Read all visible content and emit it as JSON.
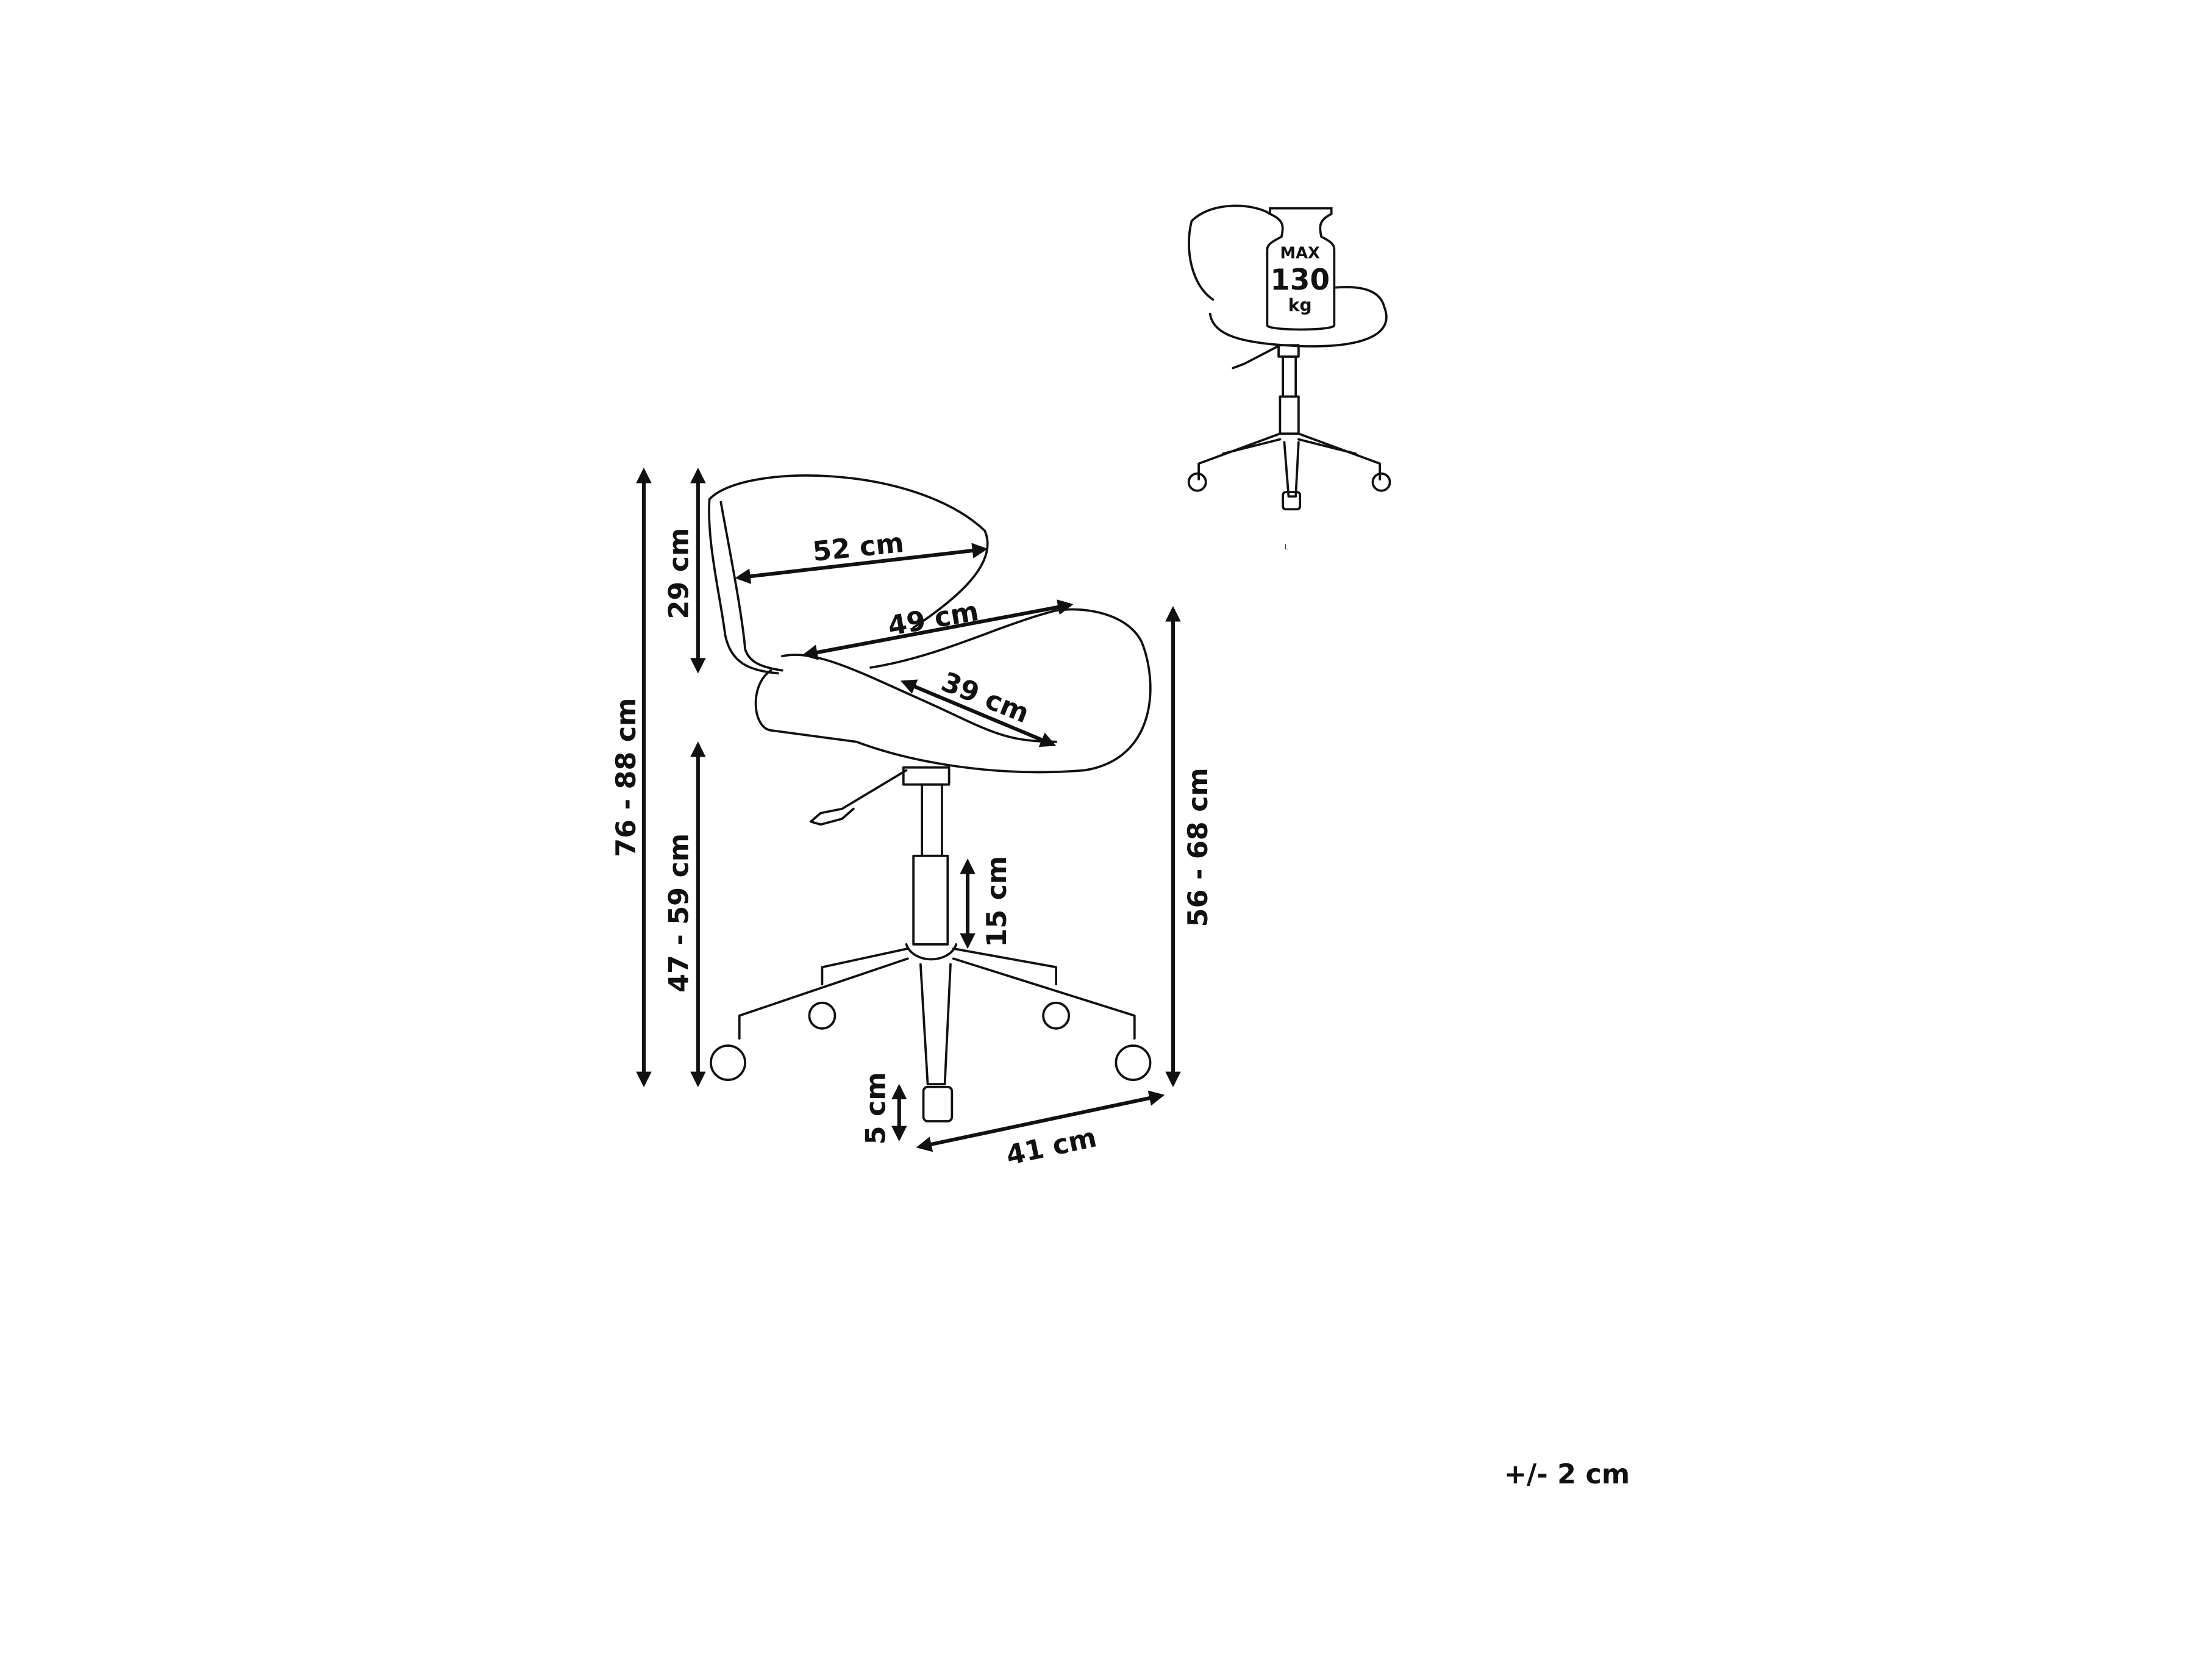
{
  "dimensions": {
    "total_height": "76 - 88 cm",
    "back_height": "29 cm",
    "seat_height": "47 - 59 cm",
    "seat_height_right": "56 - 68 cm",
    "back_width": "52 cm",
    "seat_width": "49 cm",
    "seat_depth": "39 cm",
    "gas_lift": "15 cm",
    "caster_height": "5 cm",
    "base_radius": "41 cm"
  },
  "weight_limit": {
    "line1": "MAX",
    "line2": "130",
    "line3": "kg"
  },
  "tolerance": "+/- 2 cm",
  "stray_mark": "L"
}
